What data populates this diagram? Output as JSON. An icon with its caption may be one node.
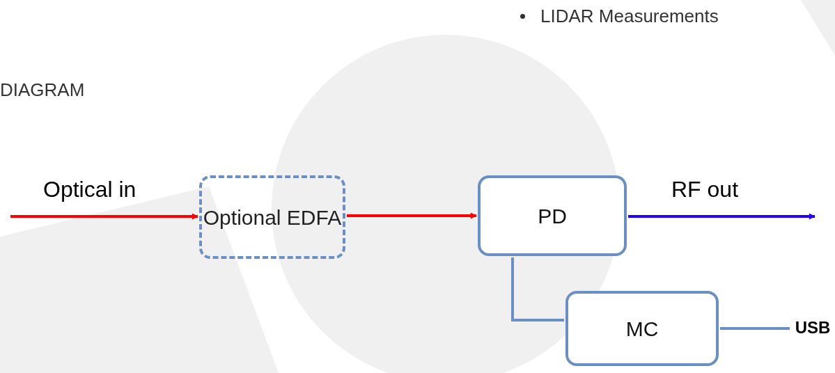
{
  "diagram": {
    "nodes": [
      {
        "text": [
          "Optional EDFA"
        ]
      },
      {
        "text": [
          "PD"
        ]
      },
      {
        "text": [
          "MC"
        ]
      },
      {
        "text": [
          "USB"
        ]
      }
    ],
    "edges": [
      {
        "from": null,
        "to": 0,
        "arrow": "to",
        "label": "Optical in",
        "color": "#ff0000"
      },
      {
        "from": 0,
        "to": 1,
        "arrow": "to",
        "color": "#ff0000"
      },
      {
        "from": 1,
        "to": null,
        "arrow": "to",
        "label": "RF out",
        "color": "#2200ff"
      },
      {
        "from": 1,
        "to": 2,
        "arrow": "none",
        "color": "#6a8fc4"
      },
      {
        "from": 2,
        "to": 3,
        "arrow": "none",
        "color": "#6a8fc4"
      }
    ],
    "labels": [
      "DIAGRAM",
      "LIDAR Measurements"
    ]
  }
}
